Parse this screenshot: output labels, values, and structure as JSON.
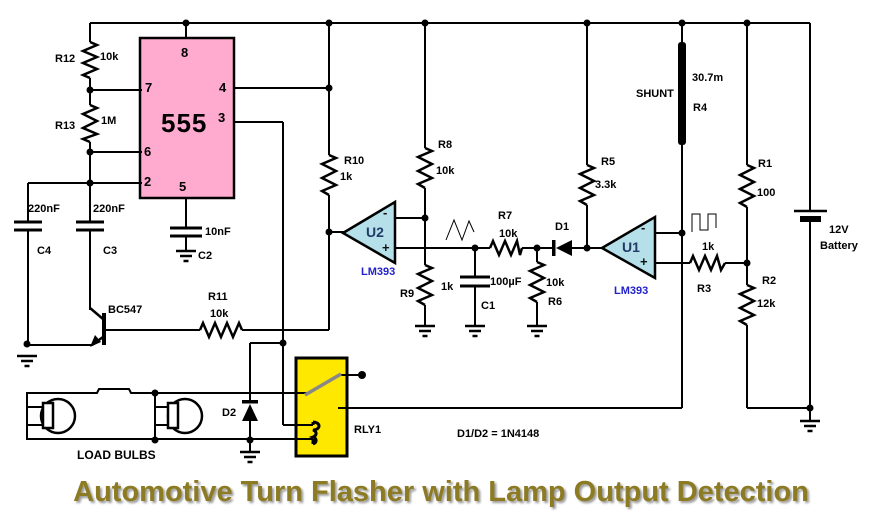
{
  "title": "Automotive Turn Flasher with Lamp Output Detection",
  "note": "D1/D2 = 1N4148",
  "ic555": {
    "part": "555",
    "pin8": "8",
    "pin7": "7",
    "pin4": "4",
    "pin3": "3",
    "pin6": "6",
    "pin2": "2",
    "pin5": "5"
  },
  "u1": {
    "ref": "U1",
    "part": "LM393",
    "minus": "-",
    "plus": "+"
  },
  "u2": {
    "ref": "U2",
    "part": "LM393",
    "minus": "-",
    "plus": "+"
  },
  "r1": {
    "ref": "R1",
    "value": "100"
  },
  "r2": {
    "ref": "R2",
    "value": "12k"
  },
  "r3": {
    "ref": "R3",
    "value": "1k"
  },
  "r4": {
    "ref": "R4",
    "value": "30.7m",
    "label": "SHUNT"
  },
  "r5": {
    "ref": "R5",
    "value": "3.3k"
  },
  "r6": {
    "ref": "R6",
    "value": "10k"
  },
  "r7": {
    "ref": "R7",
    "value": "10k"
  },
  "r8": {
    "ref": "R8",
    "value": "10k"
  },
  "r9": {
    "ref": "R9",
    "value": "1k"
  },
  "r10": {
    "ref": "R10",
    "value": "1k"
  },
  "r11": {
    "ref": "R11",
    "value": "10k"
  },
  "r12": {
    "ref": "R12",
    "value": "10k"
  },
  "r13": {
    "ref": "R13",
    "value": "1M"
  },
  "c1": {
    "ref": "C1",
    "value": "100µF"
  },
  "c2": {
    "ref": "C2",
    "value": "10nF"
  },
  "c3": {
    "ref": "C3",
    "value": "220nF"
  },
  "c4": {
    "ref": "C4",
    "value": "220nF"
  },
  "d1": {
    "ref": "D1"
  },
  "d2": {
    "ref": "D2"
  },
  "q1": {
    "ref": "BC547"
  },
  "relay": {
    "ref": "RLY1"
  },
  "battery": {
    "line1": "12V",
    "line2": "Battery"
  },
  "load": {
    "label": "LOAD BULBS"
  },
  "colors": {
    "ic_fill": "#ffaacf",
    "relay_fill": "#ffe800",
    "opamp_fill": "#b5e0ea",
    "part_label": "#2222cc",
    "title": "#8c7b22"
  }
}
